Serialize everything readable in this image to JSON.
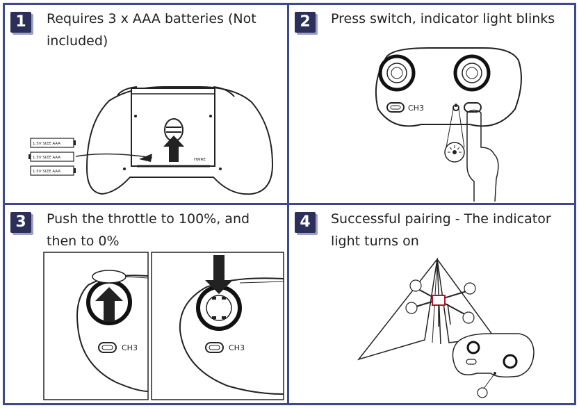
{
  "steps": [
    {
      "number": "1",
      "caption": "Requires 3 x AAA batteries (Not included)"
    },
    {
      "number": "2",
      "caption": "Press switch, indicator light blinks"
    },
    {
      "number": "3",
      "caption": "Push the throttle to 100%, and then to 0%"
    },
    {
      "number": "4",
      "caption": "Successful pairing - The indicator light turns on"
    }
  ],
  "battery_label": "1.5V SIZE AAA",
  "channel_label": "CH3",
  "colors": {
    "frame": "#3b4a8c",
    "badge": "#2b2f5a",
    "ink": "#222222"
  }
}
